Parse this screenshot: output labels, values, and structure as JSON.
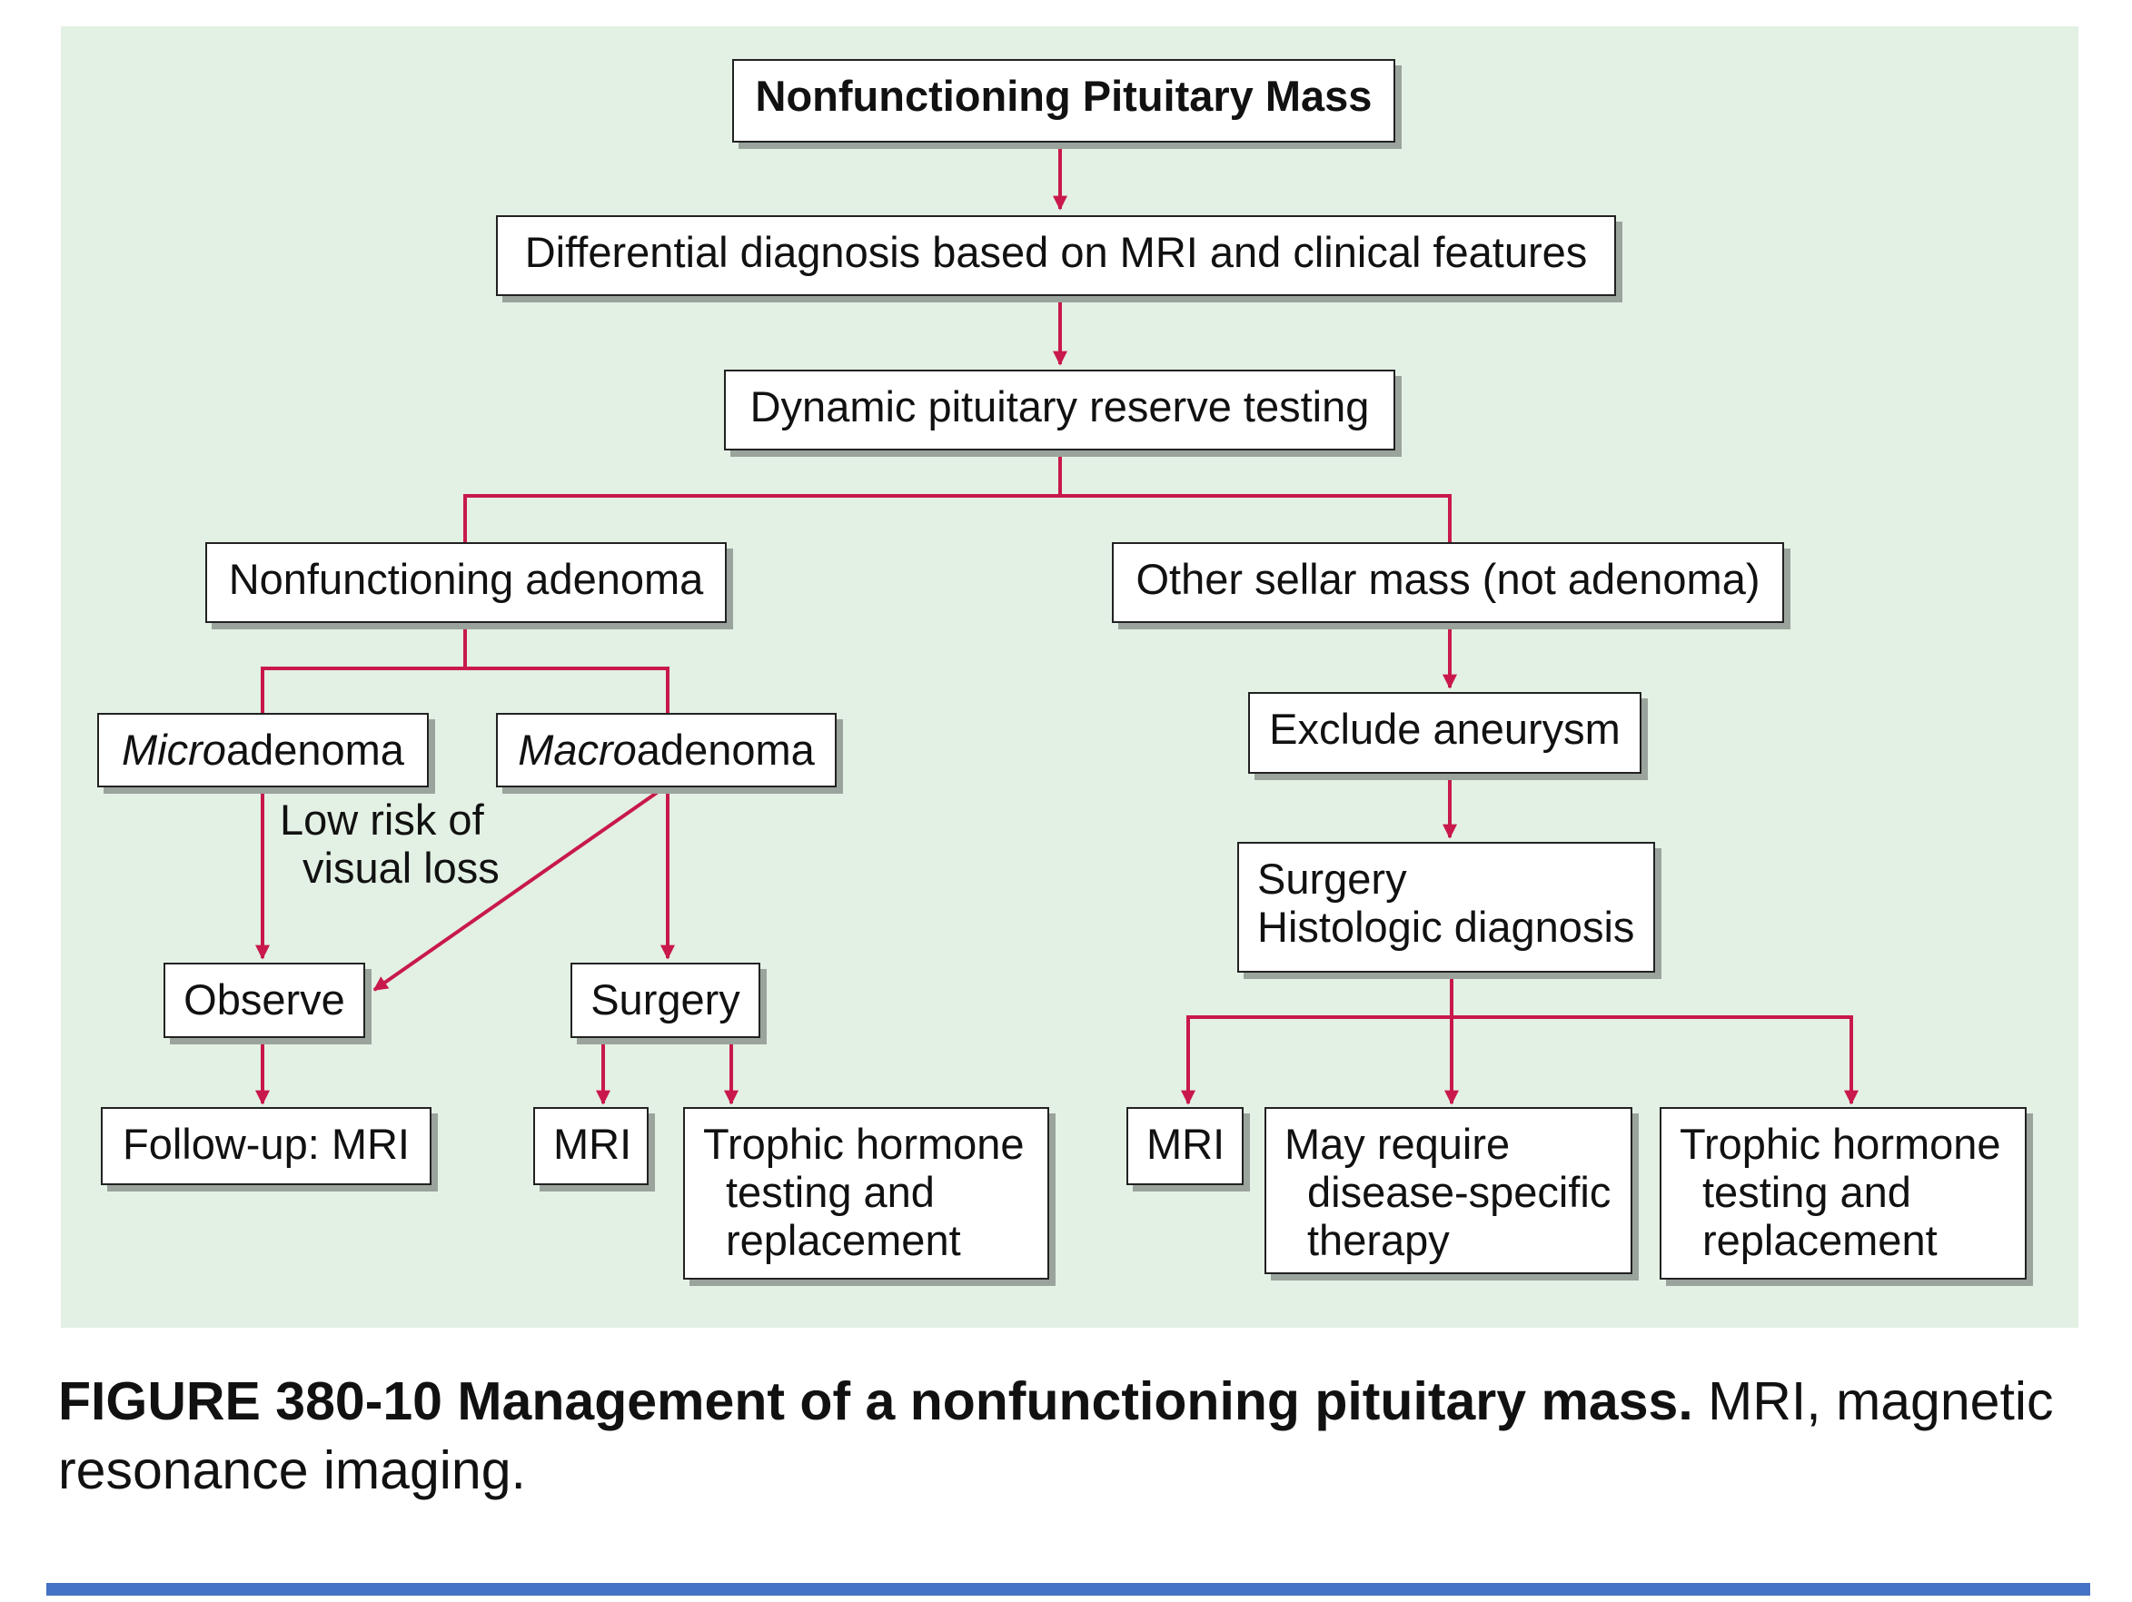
{
  "colors": {
    "panel": "#e3f0e4",
    "connector": "#c8194a",
    "rule": "#4472c4"
  },
  "nodes": {
    "root": "Nonfunctioning Pituitary Mass",
    "differential": "Differential diagnosis based on MRI and clinical features",
    "dynamic": "Dynamic pituitary reserve testing",
    "nonfunctioning_adenoma": "Nonfunctioning adenoma",
    "other_sellar": "Other sellar mass (not adenoma)",
    "microadenoma": {
      "prefix": "Micro",
      "suffix": "adenoma"
    },
    "macroadenoma": {
      "prefix": "Macro",
      "suffix": "adenoma"
    },
    "low_risk": [
      "Low risk of",
      "visual loss"
    ],
    "observe": "Observe",
    "surgery_left": "Surgery",
    "followup": "Follow-up: MRI",
    "mri_left": "MRI",
    "trophic_left": [
      "Trophic hormone",
      "testing and",
      "replacement"
    ],
    "exclude_aneurysm": "Exclude aneurysm",
    "surgery_histologic": [
      "Surgery",
      "Histologic diagnosis"
    ],
    "mri_right": "MRI",
    "may_require": [
      "May require",
      "disease-specific",
      "therapy"
    ],
    "trophic_right": [
      "Trophic hormone",
      "testing and",
      "replacement"
    ]
  },
  "caption": {
    "bold": "FIGURE 380-10 Management of a nonfunctioning pituitary mass.",
    "rest": " MRI, magnetic resonance imaging."
  }
}
